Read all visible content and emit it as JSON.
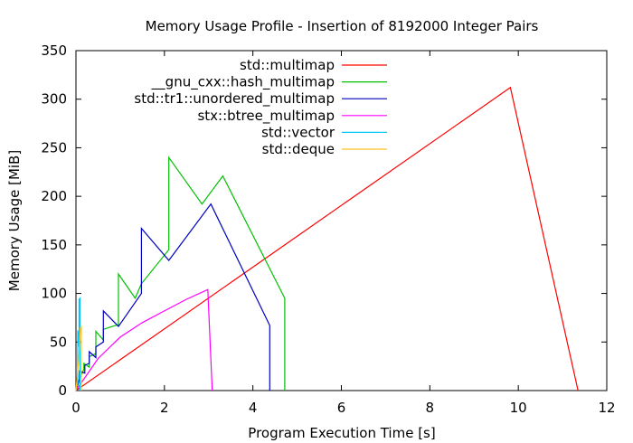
{
  "chart_data": {
    "type": "line",
    "title": "Memory Usage Profile - Insertion of 8192000 Integer Pairs",
    "xlabel": "Program Execution Time [s]",
    "ylabel": "Memory Usage [MiB]",
    "xlim": [
      0,
      12
    ],
    "ylim": [
      0,
      350
    ],
    "xticks": [
      0,
      2,
      4,
      6,
      8,
      10,
      12
    ],
    "yticks": [
      0,
      50,
      100,
      150,
      200,
      250,
      300,
      350
    ],
    "legend_position": "top-center",
    "series": [
      {
        "name": "std::multimap",
        "color": "#ff0000",
        "points": [
          [
            0,
            0
          ],
          [
            9.82,
            312
          ],
          [
            11.35,
            0
          ]
        ]
      },
      {
        "name": "__gnu_cxx::hash_multimap",
        "color": "#00c000",
        "points": [
          [
            0,
            0
          ],
          [
            0.1,
            14
          ],
          [
            0.18,
            22
          ],
          [
            0.18,
            28
          ],
          [
            0.3,
            24
          ],
          [
            0.3,
            35
          ],
          [
            0.45,
            38
          ],
          [
            0.45,
            61
          ],
          [
            0.62,
            52
          ],
          [
            0.62,
            63
          ],
          [
            0.96,
            68
          ],
          [
            0.96,
            120
          ],
          [
            1.34,
            95
          ],
          [
            1.48,
            110
          ],
          [
            2.1,
            145
          ],
          [
            2.1,
            240
          ],
          [
            2.85,
            192
          ],
          [
            3.32,
            221
          ],
          [
            4.72,
            95
          ],
          [
            4.72,
            0
          ]
        ]
      },
      {
        "name": "std::tr1::unordered_multimap",
        "color": "#0000c0",
        "points": [
          [
            0,
            0
          ],
          [
            0.08,
            12
          ],
          [
            0.08,
            20
          ],
          [
            0.2,
            18
          ],
          [
            0.2,
            26
          ],
          [
            0.3,
            28
          ],
          [
            0.3,
            40
          ],
          [
            0.45,
            34
          ],
          [
            0.45,
            45
          ],
          [
            0.62,
            50
          ],
          [
            0.62,
            82
          ],
          [
            0.96,
            66
          ],
          [
            1.48,
            100
          ],
          [
            1.48,
            167
          ],
          [
            2.1,
            134
          ],
          [
            3.05,
            192
          ],
          [
            4.38,
            67
          ],
          [
            4.38,
            0
          ]
        ]
      },
      {
        "name": "stx::btree_multimap",
        "color": "#ff00ff",
        "points": [
          [
            0,
            0
          ],
          [
            0.5,
            33
          ],
          [
            1.0,
            55
          ],
          [
            1.5,
            70
          ],
          [
            2.0,
            82
          ],
          [
            2.5,
            94
          ],
          [
            2.98,
            104
          ],
          [
            3.08,
            0
          ]
        ]
      },
      {
        "name": "std::vector",
        "color": "#00c8ff",
        "points": [
          [
            0,
            0
          ],
          [
            0.04,
            8
          ],
          [
            0.04,
            62
          ],
          [
            0.07,
            45
          ],
          [
            0.07,
            94
          ],
          [
            0.09,
            95
          ],
          [
            0.09,
            0
          ]
        ]
      },
      {
        "name": "std::deque",
        "color": "#ffc020",
        "points": [
          [
            0,
            0
          ],
          [
            0.06,
            30
          ],
          [
            0.1,
            65
          ],
          [
            0.12,
            66
          ],
          [
            0.12,
            0
          ]
        ]
      }
    ]
  }
}
